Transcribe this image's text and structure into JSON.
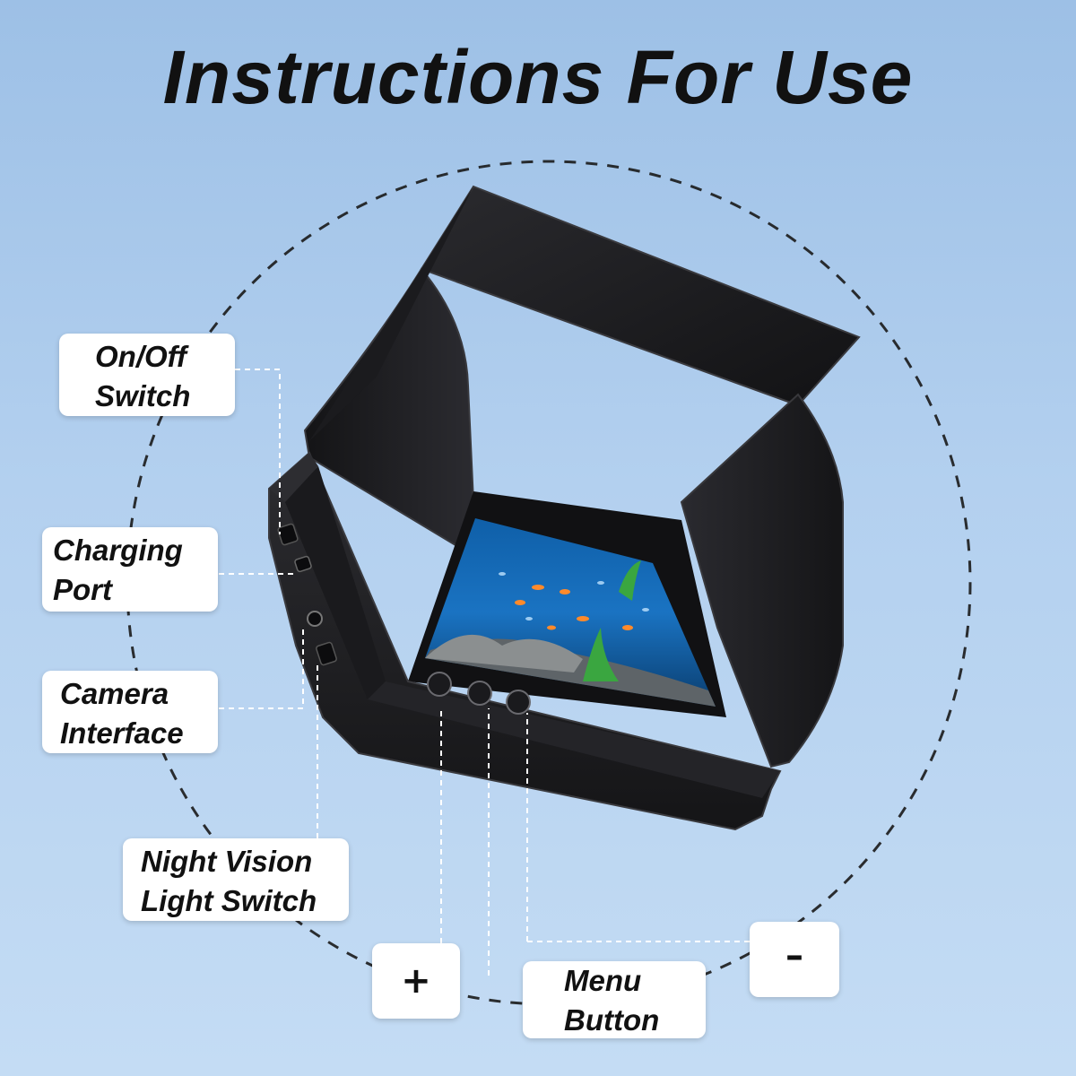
{
  "title": "Instructions For Use",
  "callouts": {
    "on_off_switch": [
      "On/Off",
      "Switch"
    ],
    "charging_port": [
      "Charging",
      "Port"
    ],
    "camera_interface": [
      "Camera",
      "Interface"
    ],
    "night_vision": [
      "Night Vision",
      "Light Switch"
    ],
    "plus": "+",
    "menu_button": [
      "Menu",
      "Button"
    ],
    "minus": "–"
  },
  "colors": {
    "background_top": "#9dc0e6",
    "background_bottom": "#c4dcf4",
    "device_body": "#1e1e21",
    "callout_bg": "#ffffff",
    "text": "#111111"
  }
}
